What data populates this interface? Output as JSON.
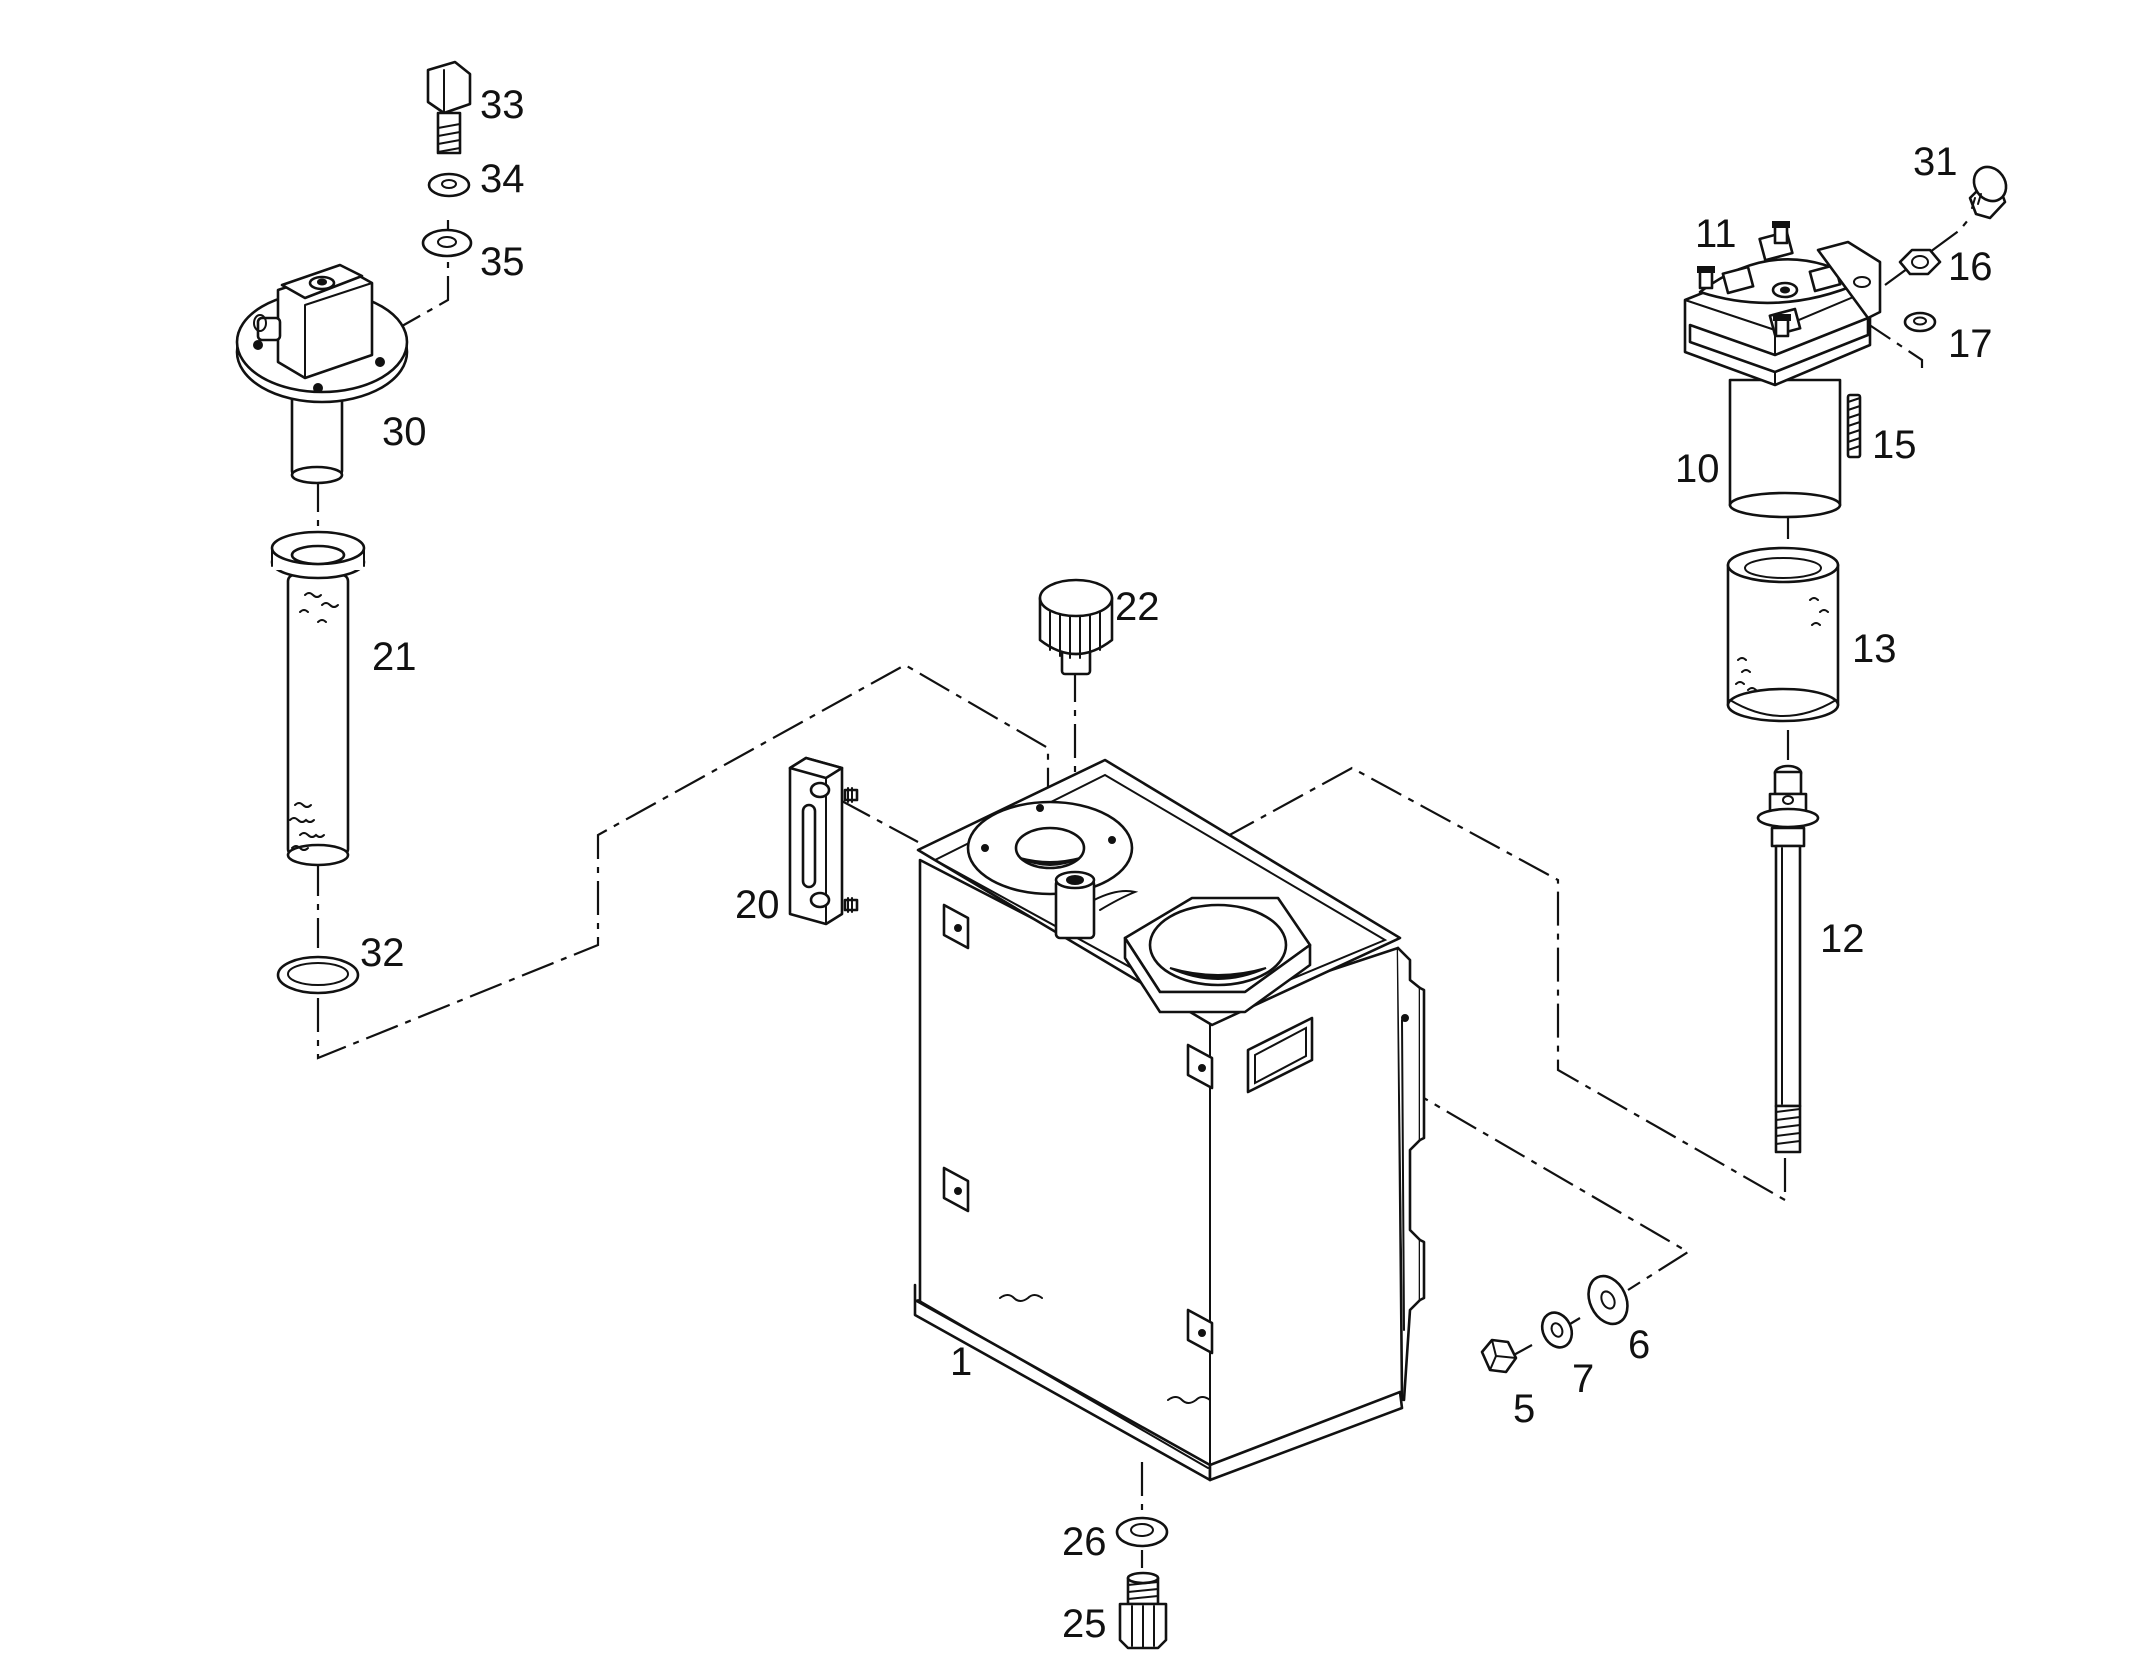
{
  "colors": {
    "ink": "#111111",
    "paper": "#ffffff"
  },
  "labels": {
    "p33": "33",
    "p34": "34",
    "p35": "35",
    "p30": "30",
    "p21": "21",
    "p32": "32",
    "p22": "22",
    "p20": "20",
    "p1": "1",
    "p26": "26",
    "p25": "25",
    "p31": "31",
    "p11": "11",
    "p16": "16",
    "p17": "17",
    "p15": "15",
    "p10": "10",
    "p13": "13",
    "p12": "12",
    "p6": "6",
    "p7": "7",
    "p5": "5"
  }
}
